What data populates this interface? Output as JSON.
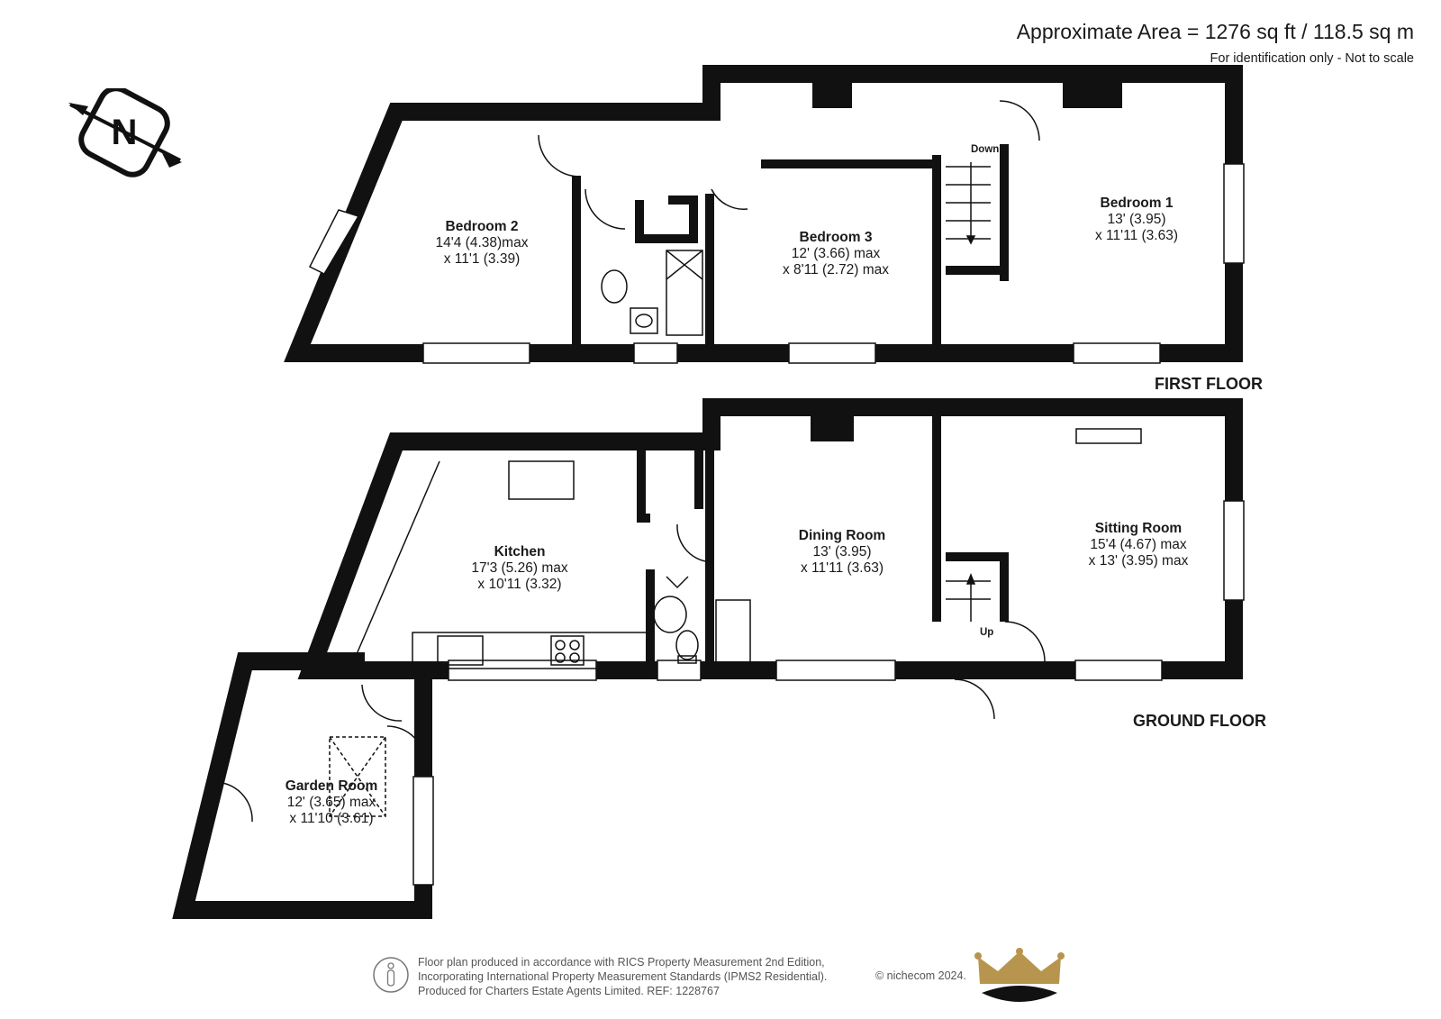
{
  "header": {
    "area": "Approximate Area = 1276 sq ft / 118.5 sq m",
    "note": "For identification only - Not to scale"
  },
  "compass": {
    "letter": "N"
  },
  "floors": {
    "first": "FIRST FLOOR",
    "ground": "GROUND FLOOR"
  },
  "stairs": {
    "down": "Down",
    "up": "Up"
  },
  "rooms": {
    "bedroom1": {
      "name": "Bedroom 1",
      "dim1": "13' (3.95)",
      "dim2": "x 11'11 (3.63)"
    },
    "bedroom2": {
      "name": "Bedroom 2",
      "dim1": "14'4 (4.38)max",
      "dim2": "x 11'1 (3.39)"
    },
    "bedroom3": {
      "name": "Bedroom 3",
      "dim1": "12' (3.66) max",
      "dim2": "x 8'11 (2.72) max"
    },
    "kitchen": {
      "name": "Kitchen",
      "dim1": "17'3 (5.26) max",
      "dim2": "x 10'11 (3.32)"
    },
    "dining": {
      "name": "Dining Room",
      "dim1": "13' (3.95)",
      "dim2": "x 11'11 (3.63)"
    },
    "sitting": {
      "name": "Sitting Room",
      "dim1": "15'4 (4.67) max",
      "dim2": "x 13' (3.95)  max"
    },
    "garden": {
      "name": "Garden Room",
      "dim1": "12' (3.65) max",
      "dim2": "x 11'10 (3.61)"
    }
  },
  "footer": {
    "line1": "Floor plan produced in accordance with RICS Property Measurement 2nd Edition,",
    "line2": "Incorporating International Property Measurement Standards (IPMS2 Residential).",
    "line3": "Produced for Charters Estate Agents Limited.   REF: 1228767",
    "copyright": "© nichecom 2024."
  },
  "colors": {
    "wall": "#111111",
    "crown_gold": "#b8954e",
    "crown_dark": "#111111"
  }
}
